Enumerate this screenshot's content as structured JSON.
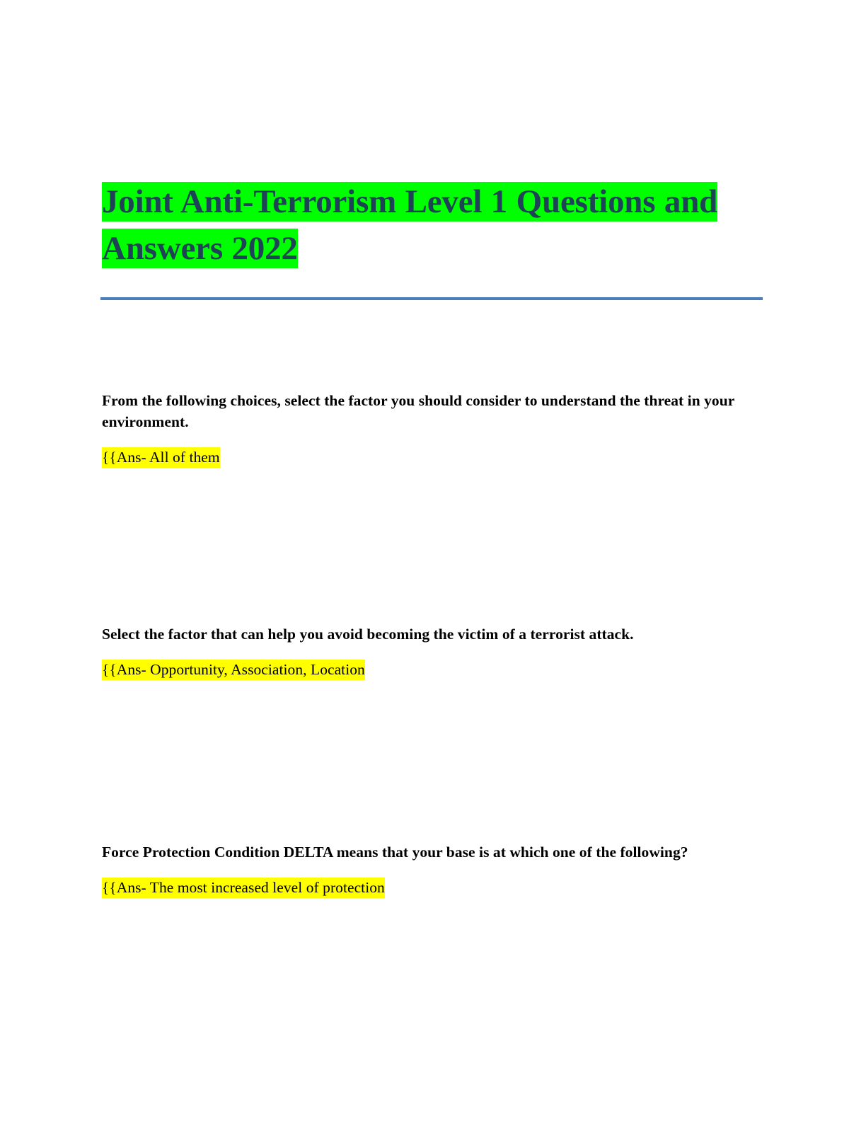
{
  "document": {
    "title": "Joint Anti-Terrorism Level 1 Questions and Answers 2022",
    "title_highlight_color": "#00FF00",
    "title_text_color": "#1F4356",
    "divider_color": "#4A7EBB",
    "answer_highlight_color": "#FFFF00",
    "background_color": "#FFFFFF",
    "qa": [
      {
        "question": "From the following choices, select the factor you should consider to understand the threat in your environment.",
        "answer": "{{Ans- All of them"
      },
      {
        "question": "Select the factor that can help you avoid becoming the victim of a terrorist attack.",
        "answer": "{{Ans- Opportunity, Association, Location"
      },
      {
        "question": "Force Protection Condition DELTA means that your base is at which one of the following?",
        "answer": "{{Ans- The most increased level of protection"
      }
    ]
  }
}
